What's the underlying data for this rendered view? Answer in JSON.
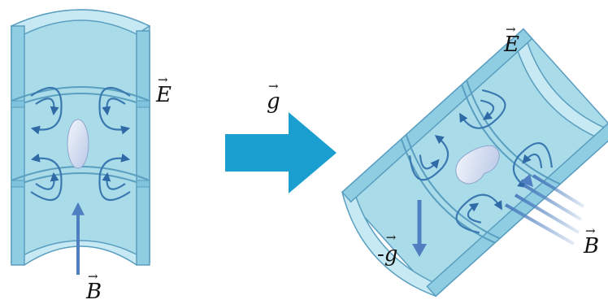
{
  "labels": {
    "e_field": "E",
    "g_vector": "g",
    "b_left": "B",
    "b_right": "B",
    "neg_g_prefix": "-",
    "neg_g_symbol": "g"
  },
  "colors": {
    "tube_fill": "#a9dbe9",
    "tube_light": "#c6e9f3",
    "tube_stroke": "#5a9ec0",
    "rim": "#7fc3dc",
    "field_lines": "#3a78b0",
    "cell": "#dfe8f6",
    "arrow_big": "#1b9fd0",
    "arrow_b": "#4f7fc0"
  }
}
